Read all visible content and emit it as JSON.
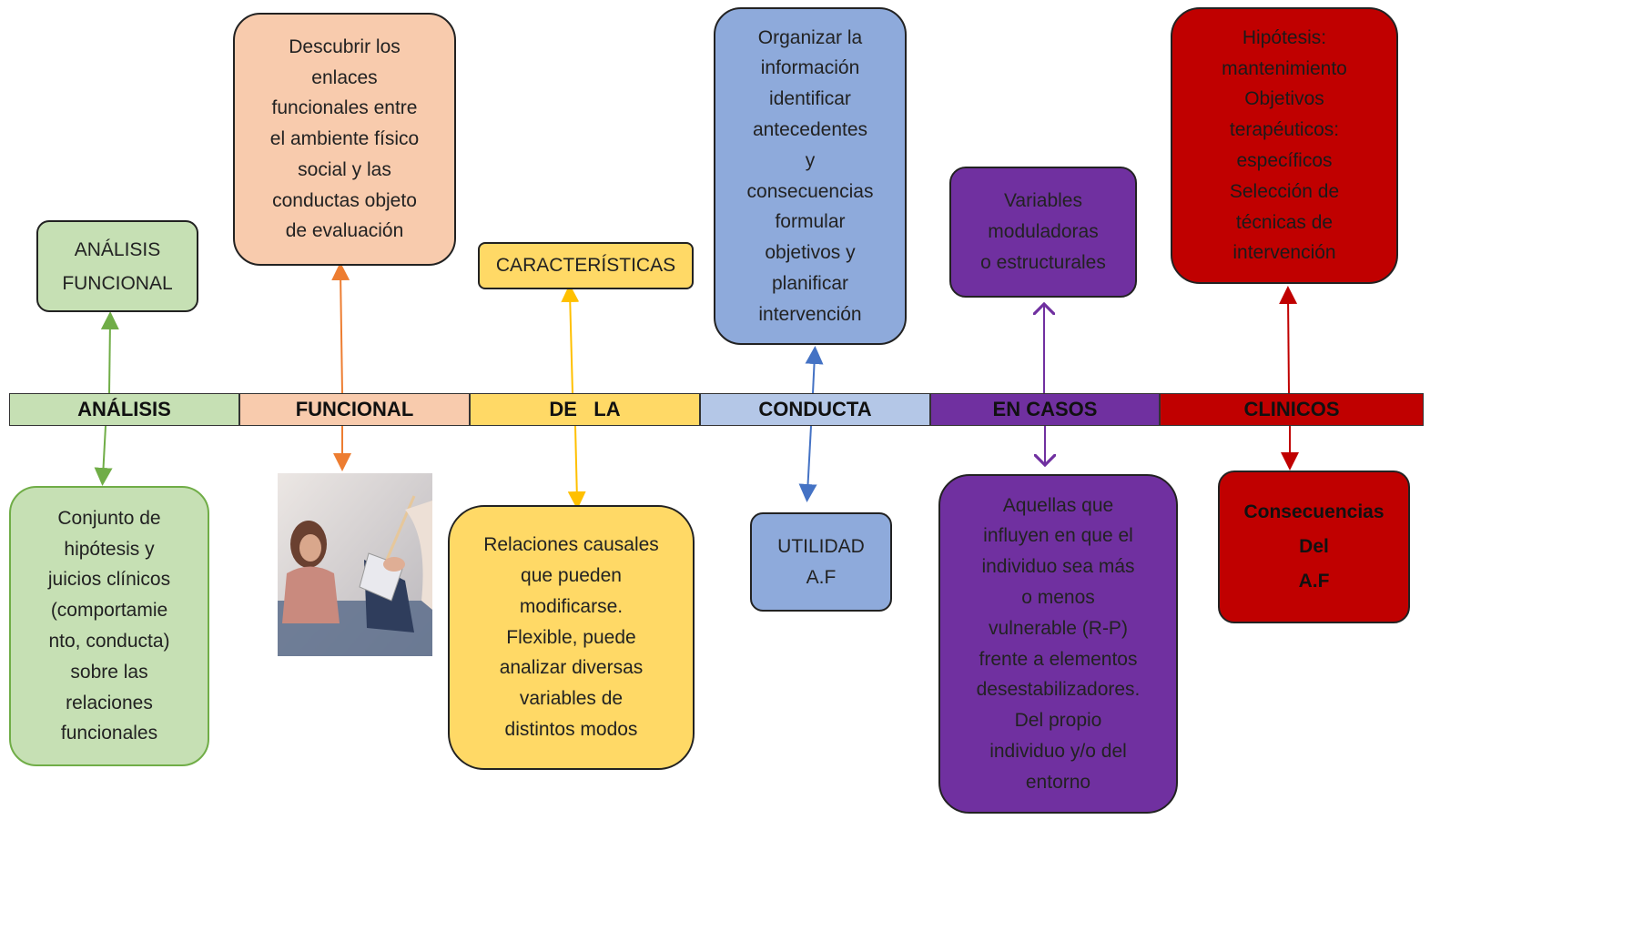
{
  "timeline": {
    "segments": [
      {
        "label": "ANÁLISIS",
        "color": "#c6e0b4"
      },
      {
        "label": "FUNCIONAL",
        "color": "#f8cbad"
      },
      {
        "label": "DE   LA",
        "color": "#ffd966"
      },
      {
        "label": "CONDUCTA",
        "color": "#b4c7e7"
      },
      {
        "label": "EN CASOS",
        "color": "#7030a0"
      },
      {
        "label": "CLINICOS",
        "color": "#c00000"
      }
    ]
  },
  "top": {
    "analisis": "ANÁLISIS\nFUNCIONAL",
    "funcional": "Descubrir los\nenlaces\nfuncionales entre\nel ambiente físico\nsocial y las\nconductas objeto\nde evaluación",
    "de_la": "CARACTERÍSTICAS",
    "conducta": "Organizar la\ninformación\nidentificar\nantecedentes\ny\nconsecuencias\nformular\nobjetivos y\nplanificar\nintervención",
    "en_casos": "Variables\nmoduladoras\no estructurales",
    "clinicos": "Hipótesis:\nmantenimiento\nObjetivos\nterapéuticos:\nespecíficos\nSelección de\ntécnicas de\nintervención"
  },
  "bottom": {
    "analisis": "Conjunto de\nhipótesis y\njuicios clínicos\n(comportamie\nnto, conducta)\nsobre las\nrelaciones\nfuncionales",
    "de_la": "Relaciones causales\nque pueden\nmodificarse.\nFlexible, puede\nanalizar diversas\nvariables de\ndistintos modos",
    "conducta": "UTILIDAD\nA.F",
    "en_casos": "Aquellas que\ninfluyen en que el\nindividuo sea más\no menos\nvulnerable (R-P)\nfrente a elementos\ndesestabilizadores.\nDel propio\nindividuo y/o del\nentorno",
    "clinicos": [
      "Consecuencias",
      "Del",
      "A.F"
    ]
  },
  "colors": {
    "green_arrow": "#70ad47",
    "orange_arrow": "#ed7d31",
    "yellow_arrow": "#ffc000",
    "blue_arrow": "#4472c4",
    "purple_arrow": "#7030a0",
    "red_arrow": "#c00000"
  }
}
